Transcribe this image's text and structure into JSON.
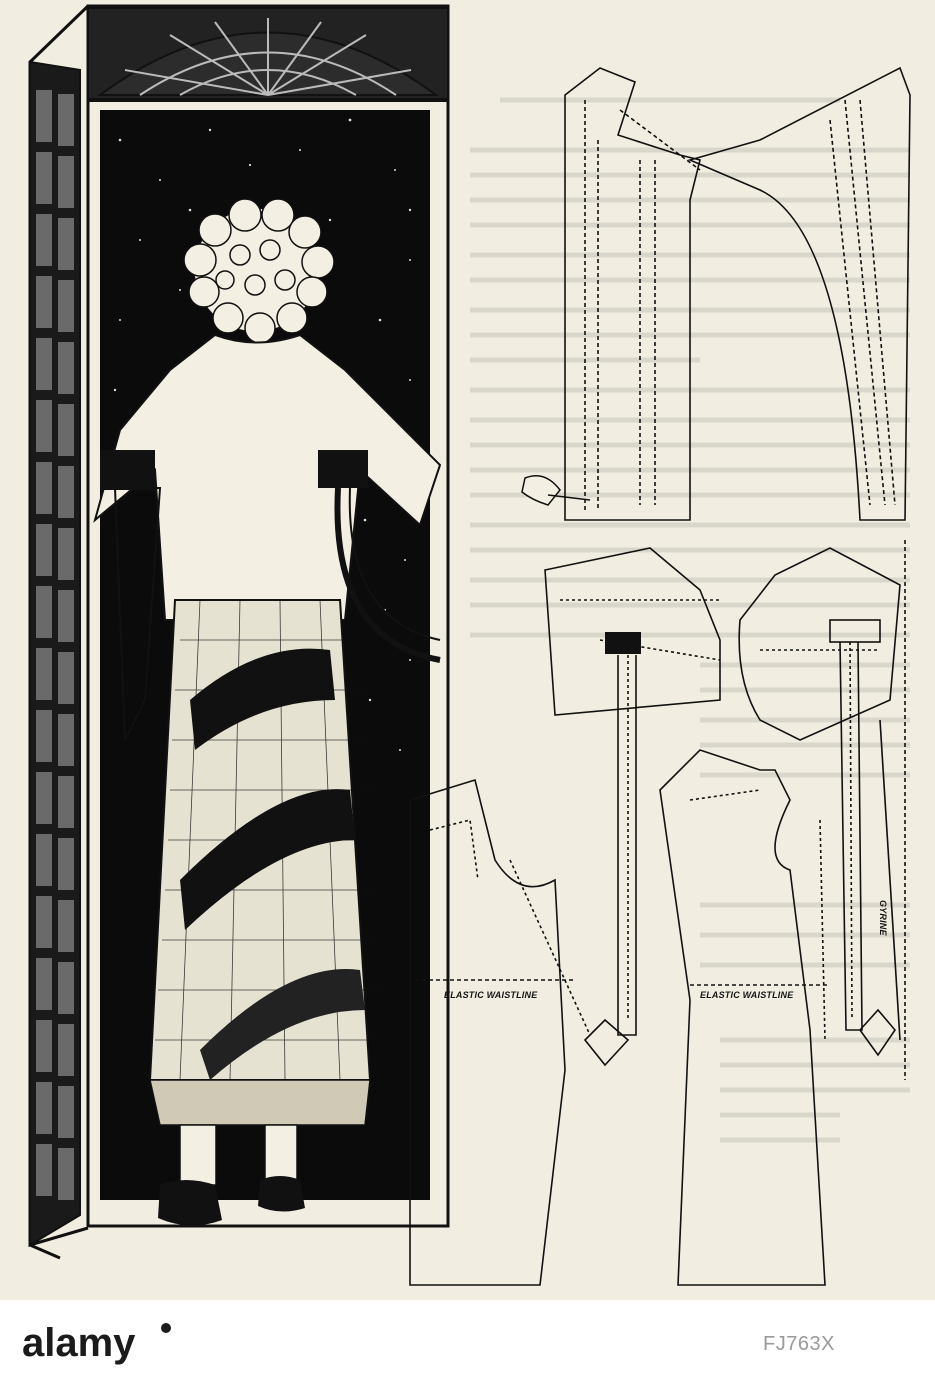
{
  "pattern": {
    "waistline_left": "ELASTIC WAISTLINE",
    "waistline_right": "ELASTIC WAISTLINE",
    "side_label": "GYRINE"
  },
  "watermark": {
    "logo_text": "alamy",
    "image_id": "FJ763X"
  },
  "colors": {
    "paper": "#f1eee1",
    "ink": "#151515"
  }
}
